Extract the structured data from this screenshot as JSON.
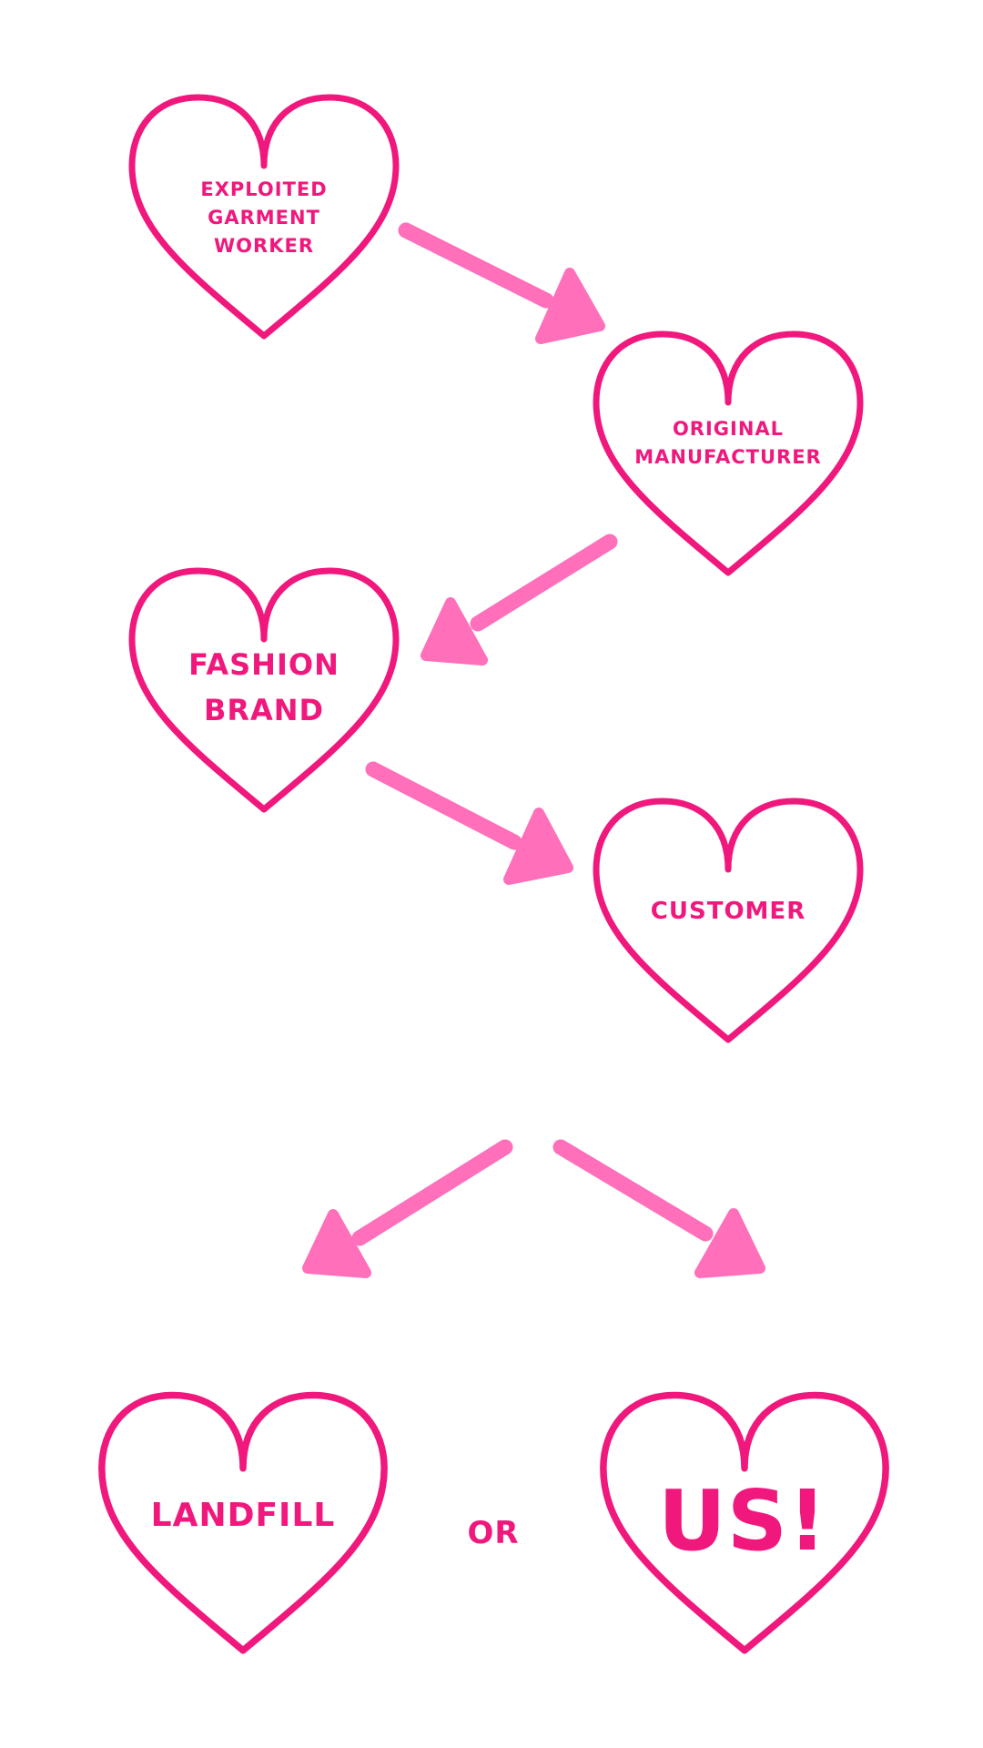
{
  "colors": {
    "heart": "#f0187c",
    "arrow": "#ff6fba",
    "text": "#f0187c",
    "background": "#ffffff"
  },
  "nodes": {
    "exploited_worker": {
      "line1": "EXPLOITED",
      "line2": "GARMENT",
      "line3": "WORKER"
    },
    "original_manufacturer": {
      "line1": "ORIGINAL",
      "line2": "MANUFACTURER"
    },
    "fashion_brand": {
      "line1": "FASHION",
      "line2": "BRAND"
    },
    "customer": {
      "label": "CUSTOMER"
    },
    "landfill": {
      "label": "LANDFILL"
    },
    "us": {
      "label": "US!"
    }
  },
  "connector_text": "OR",
  "icons": {
    "node_shape": "heart-icon",
    "connector": "arrow-icon"
  }
}
